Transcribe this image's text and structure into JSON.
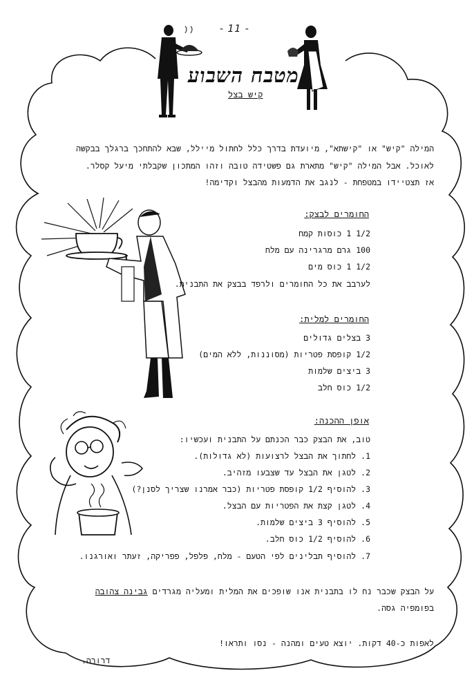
{
  "page_number": "- 11 -",
  "title": "מטבח השבוע",
  "subtitle": "קיש בצל",
  "intro": [
    "המילה \"קיש\" או \"קישתא\", מיועדת בדרך כלל לחתול מיילל,  שבא להתחכך ברגלך בבקשה",
    "לאוכל. אבל המילה \"קיש\" מתארת גם פשטידה טובה וזהו המתכון שקבלתי מיעל קסלר.",
    "אז תצטיידו במטפחת - לנגב את הדמעות מהבצל וקדימה!"
  ],
  "dough": {
    "heading": "החומרים לבצק:",
    "items": [
      "1/2 1 כוסות קמח",
      "100 גרם מרגרינה עם מלח",
      "1/2 1 כוס מים",
      "לערבב את כל החומרים ולרפד בבצק את התבנית."
    ]
  },
  "filling": {
    "heading": "החומרים למלית:",
    "items": [
      "3 בצלים גדולים",
      "1/2 קופסת פטריות (מסוננות, ללא המים)",
      "3 ביצים שלמות",
      "1/2 כוס חלב"
    ]
  },
  "method": {
    "heading": "אופן ההכנה:",
    "intro": "טוב, את הבצק כבר הכנתם על התבנית ועכשיו:",
    "steps": [
      "1. לחתוך את הבצל לרצועות (לא גדולות).",
      "2. לטגן את הבצל עד שצבעו מזהיב.",
      "3. להוסיף 1/2 קופסת פטריות (כבר אמרנו שצריך לסנן?)",
      "4. לטגן קצת את הפטריות עם הבצל.",
      "5. להוסיף 3 ביצים שלמות.",
      "6. להוסיף 1/2 כוס חלב.",
      "7. להוסיף תבלינים לפי הטעם - מלח, פלפל, פפריקה, זעתר ואורגנו."
    ]
  },
  "assembly": {
    "line1_part1": "על הבצק שכבר  נח לו  בתבנית אנו  שופכים את המלית ומעליה מגרדים ",
    "line1_highlight": "גבינה צהובה",
    "line2": "בפומפיה גסה."
  },
  "bake": "לאפות כ-40 דקות. יוצא טעים ומהנה - נסו ותראו!",
  "signature": "דרורה."
}
